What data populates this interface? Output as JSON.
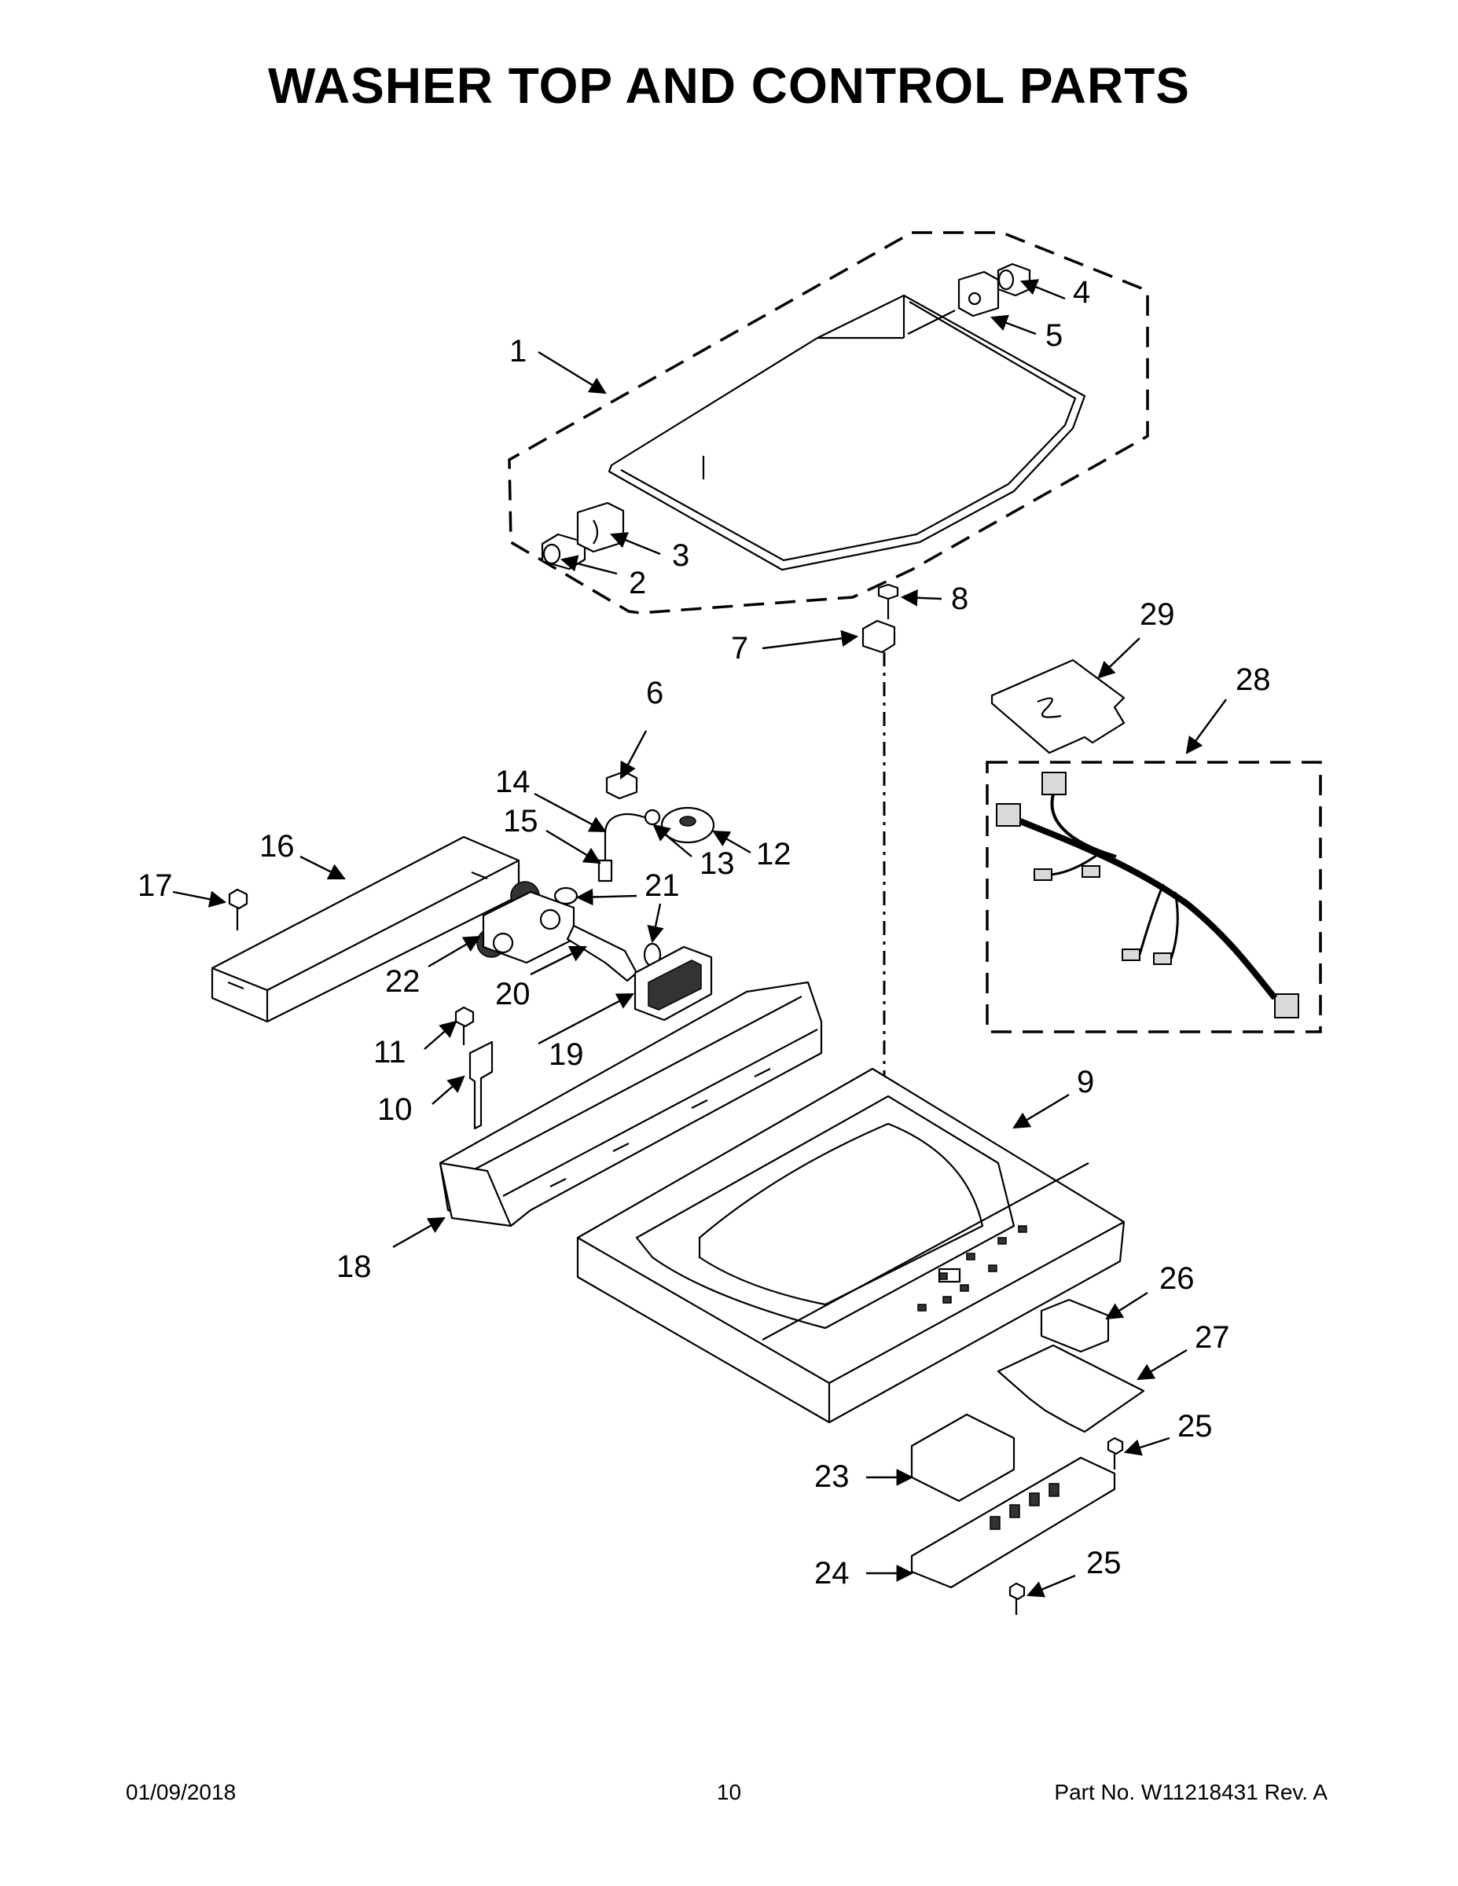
{
  "title": "WASHER TOP AND CONTROL PARTS",
  "footer": {
    "date": "01/09/2018",
    "page": "10",
    "part_number": "Part No.  W11218431  Rev.  A"
  },
  "callouts": [
    "1",
    "2",
    "3",
    "4",
    "5",
    "6",
    "7",
    "8",
    "9",
    "10",
    "11",
    "12",
    "13",
    "14",
    "15",
    "16",
    "17",
    "18",
    "19",
    "20",
    "21",
    "22",
    "23",
    "24",
    "25",
    "26",
    "27",
    "28",
    "29",
    "25"
  ]
}
